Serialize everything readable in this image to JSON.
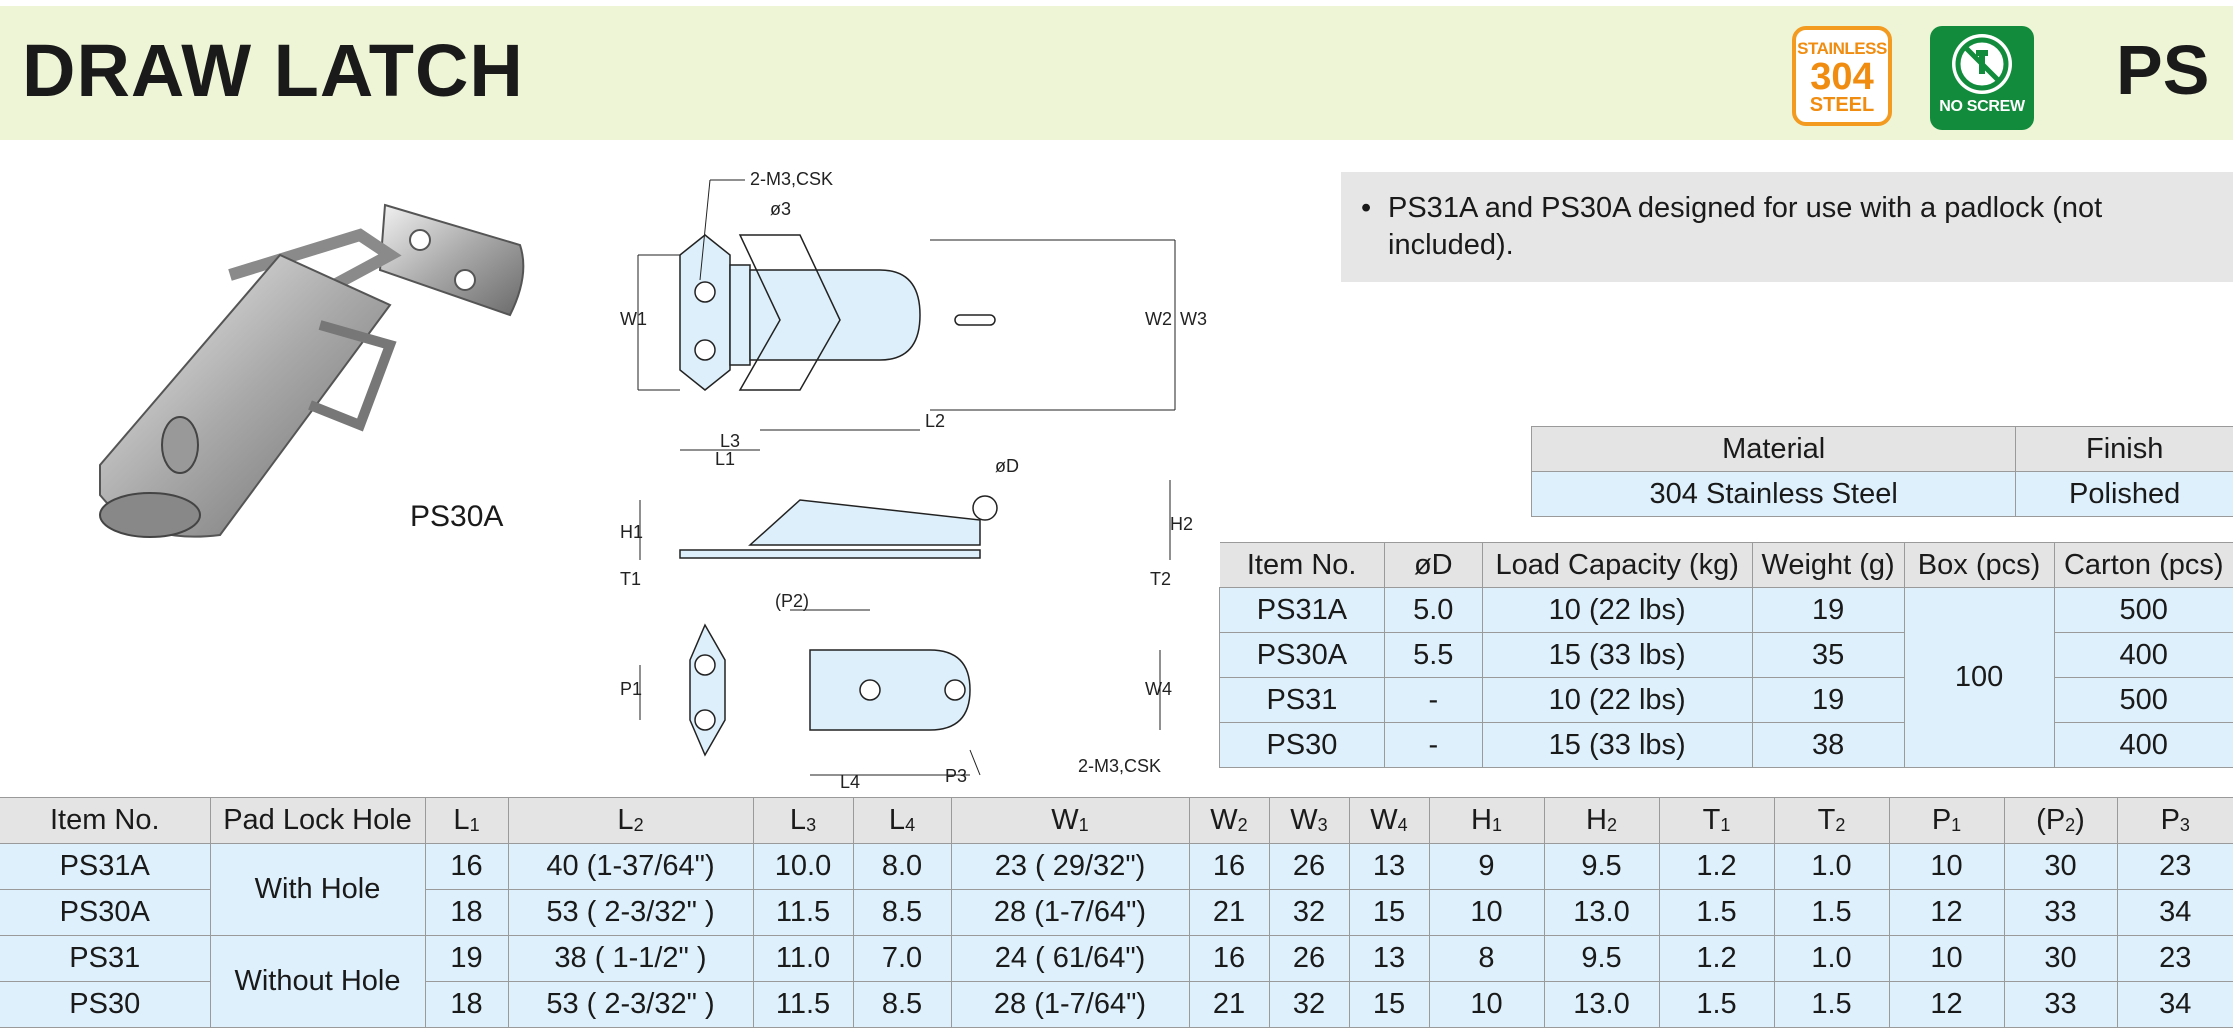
{
  "header": {
    "title": "DRAW LATCH",
    "series_code": "PS",
    "badge_stainless": {
      "line1": "STAINLESS",
      "line2": "304",
      "line3": "STEEL"
    },
    "badge_noscrew": {
      "label": "NO SCREW"
    }
  },
  "note": "PS31A and PS30A designed for use with a padlock (not included).",
  "photo_label": "PS30A",
  "drawing_labels": {
    "m3_top": "2-M3,CSK",
    "phi3": "ø3",
    "w1": "W1",
    "w2": "W2",
    "w3": "W3",
    "l1": "L1",
    "l2": "L2",
    "l3": "L3",
    "phiD": "øD",
    "h1": "H1",
    "h2": "H2",
    "t1": "T1",
    "t2": "T2",
    "p1": "P1",
    "p2": "(P2)",
    "p3": "P3",
    "l4": "L4",
    "w4": "W4",
    "m3_bottom": "2-M3,CSK"
  },
  "material_table": {
    "headers": [
      "Material",
      "Finish"
    ],
    "row": [
      "304 Stainless Steel",
      "Polished"
    ]
  },
  "item_table": {
    "headers": [
      "Item No.",
      "øD",
      "Load Capacity (kg)",
      "Weight (g)",
      "Box (pcs)",
      "Carton (pcs)"
    ],
    "box_merged": "100",
    "rows": [
      {
        "item": "PS31A",
        "d": "5.0",
        "load": "10 (22 lbs)",
        "weight": "19",
        "carton": "500"
      },
      {
        "item": "PS30A",
        "d": "5.5",
        "load": "15 (33 lbs)",
        "weight": "35",
        "carton": "400"
      },
      {
        "item": "PS31",
        "d": "-",
        "load": "10 (22 lbs)",
        "weight": "19",
        "carton": "500"
      },
      {
        "item": "PS30",
        "d": "-",
        "load": "15 (33 lbs)",
        "weight": "38",
        "carton": "400"
      }
    ]
  },
  "dim_table": {
    "headers": [
      "Item No.",
      "Pad Lock Hole",
      "L1",
      "L2",
      "L3",
      "L4",
      "W1",
      "W2",
      "W3",
      "W4",
      "H1",
      "H2",
      "T1",
      "T2",
      "P1",
      "(P2)",
      "P3"
    ],
    "groups": [
      "With Hole",
      "Without Hole"
    ],
    "rows": [
      [
        "PS31A",
        "16",
        "40  (1-37/64\")",
        "10.0",
        "8.0",
        "23 ( 29/32\")",
        "16",
        "26",
        "13",
        "9",
        "9.5",
        "1.2",
        "1.0",
        "10",
        "30",
        "23"
      ],
      [
        "PS30A",
        "18",
        "53  ( 2-3/32\" )",
        "11.5",
        "8.5",
        "28 (1-7/64\")",
        "21",
        "32",
        "15",
        "10",
        "13.0",
        "1.5",
        "1.5",
        "12",
        "33",
        "34"
      ],
      [
        "PS31",
        "19",
        "38  (  1-1/2\"  )",
        "11.0",
        "7.0",
        "24 ( 61/64\")",
        "16",
        "26",
        "13",
        "8",
        "9.5",
        "1.2",
        "1.0",
        "10",
        "30",
        "23"
      ],
      [
        "PS30",
        "18",
        "53  ( 2-3/32\" )",
        "11.5",
        "8.5",
        "28 (1-7/64\")",
        "21",
        "32",
        "15",
        "10",
        "13.0",
        "1.5",
        "1.5",
        "12",
        "33",
        "34"
      ]
    ]
  },
  "colors": {
    "header_bg": "#eef5d6",
    "table_header": "#e4e4e4",
    "table_cell": "#def0fb",
    "badge_orange": "#f39a21",
    "badge_green": "#128c3c"
  }
}
